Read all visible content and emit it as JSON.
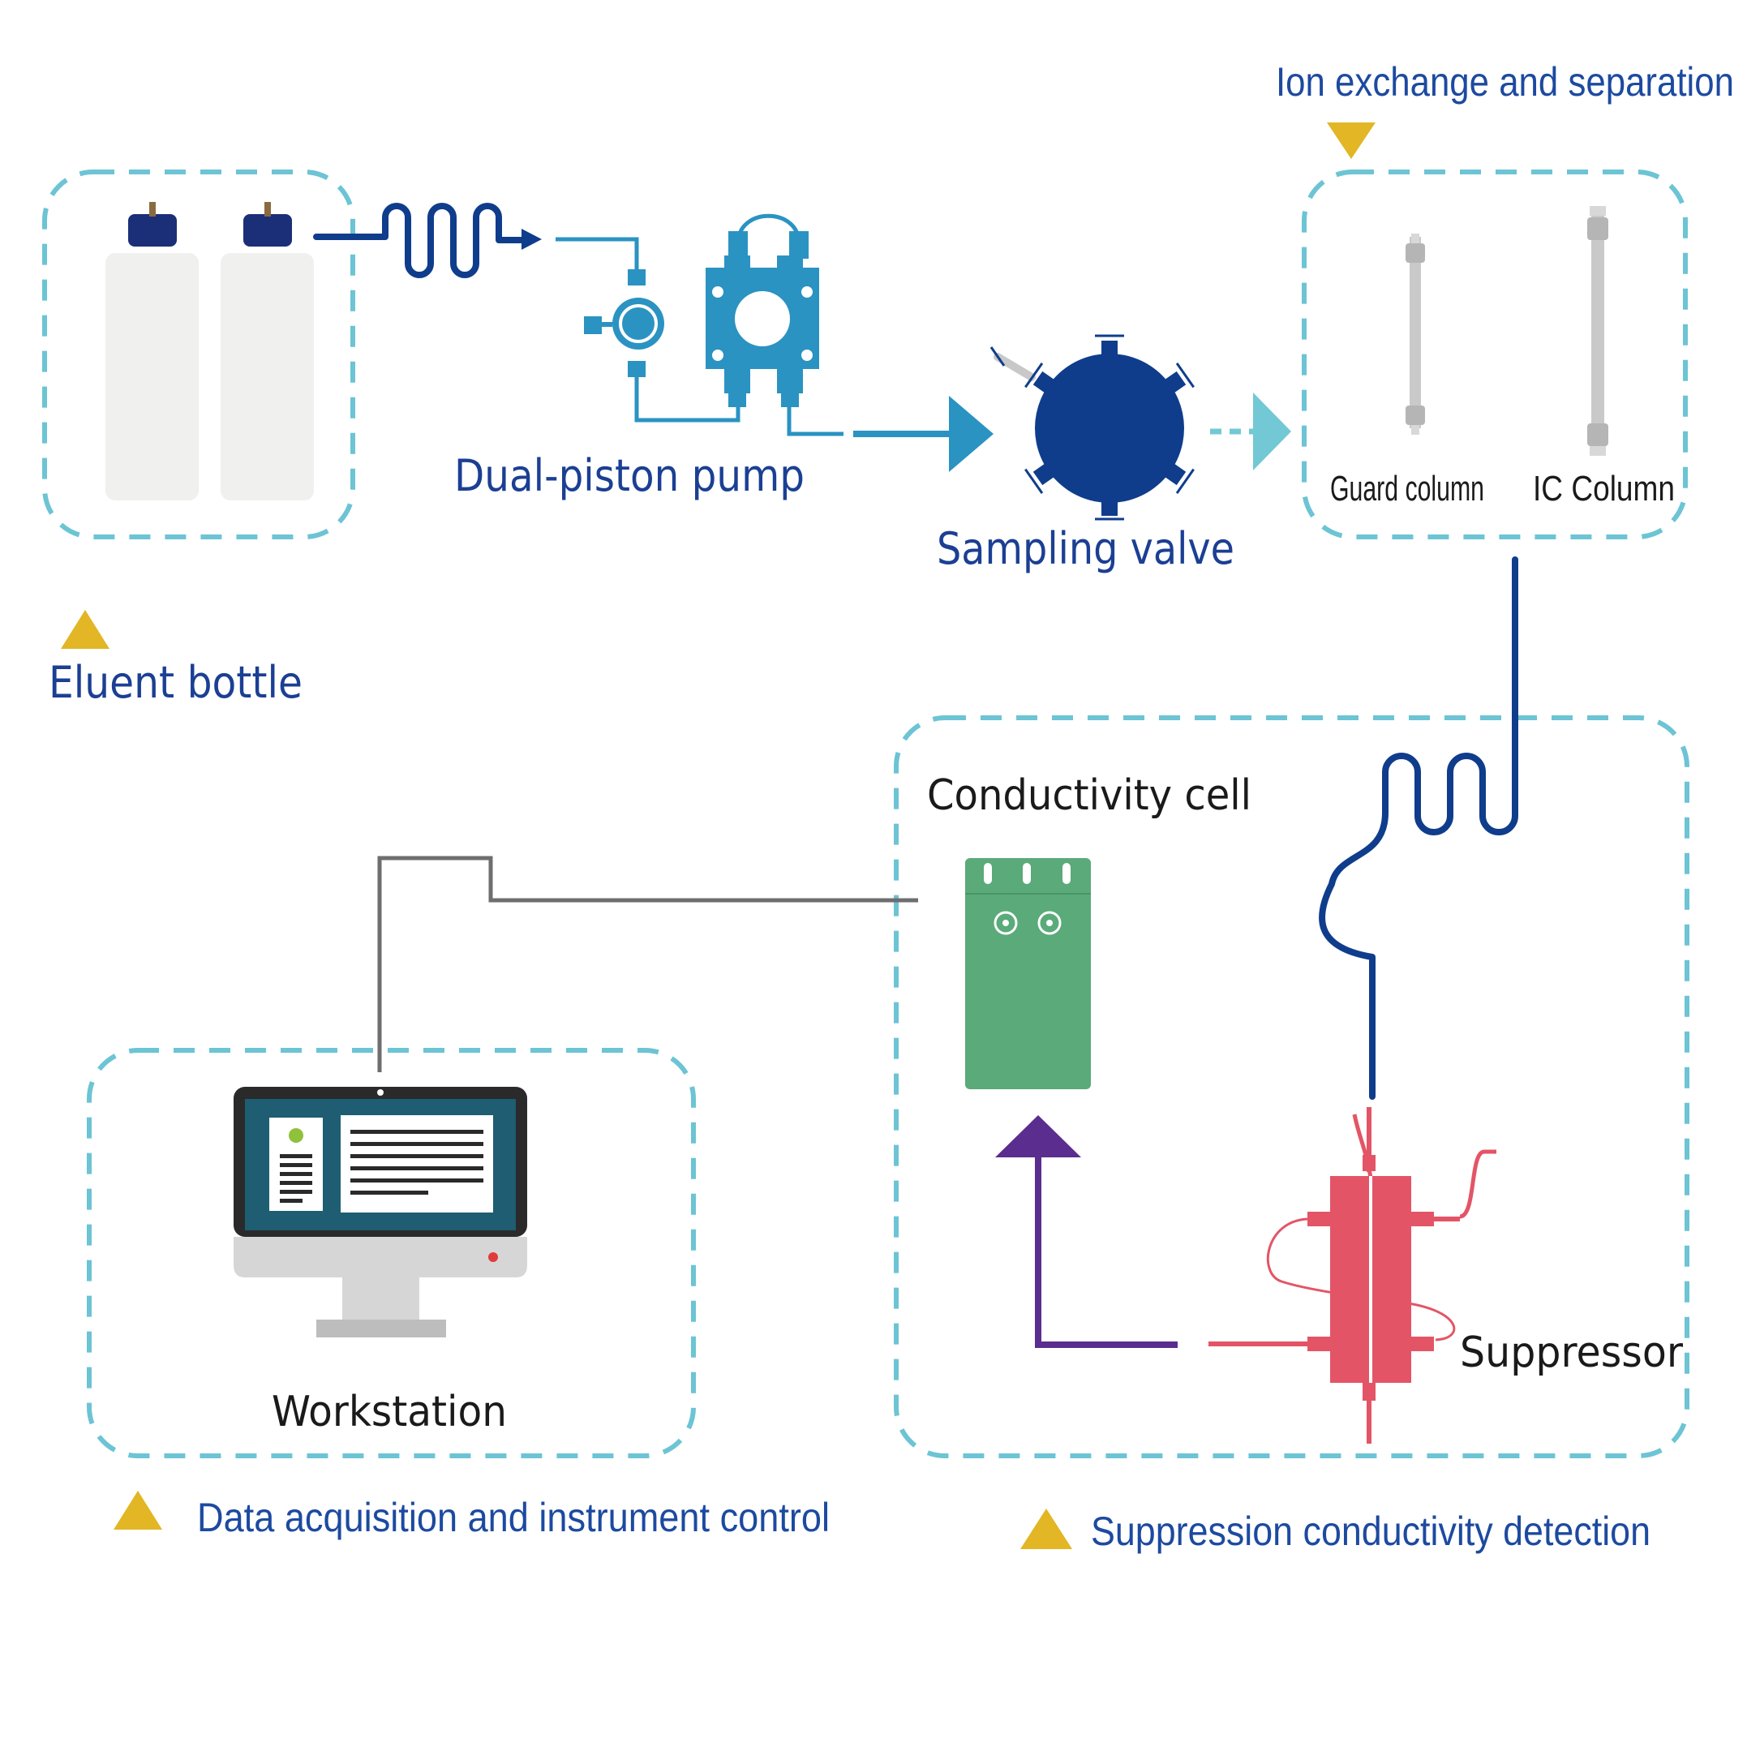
{
  "labels": {
    "eluent_bottle": "Eluent bottle",
    "dual_piston_pump": "Dual-piston pump",
    "sampling_valve": "Sampling valve",
    "ion_exchange": "Ion exchange and separation",
    "guard_column": "Guard column",
    "ic_column": "IC Column",
    "conductivity_cell": "Conductivity cell",
    "suppressor": "Suppressor",
    "workstation": "Workstation",
    "data_acquisition": "Data acquisition and instrument control",
    "suppression_detection": "Suppression conductivity detection"
  },
  "colors": {
    "dashed_border": "#6cc4d4",
    "label_blue": "#1b3f93",
    "marker_yellow": "#e2b624",
    "flow_navy": "#0f3d8c",
    "pump_cyan": "#2a93c2",
    "cell_green": "#5aaa7a",
    "suppressor_red": "#e35566",
    "arrow_purple": "#5b2d8e",
    "cable_gray": "#6e6e6e"
  },
  "icons": [
    "bottle-icon",
    "coil-icon",
    "check-valve-icon",
    "pump-head-icon",
    "sampling-valve-icon",
    "column-icon",
    "conductivity-cell-icon",
    "suppressor-icon",
    "monitor-icon",
    "triangle-marker-icon"
  ]
}
